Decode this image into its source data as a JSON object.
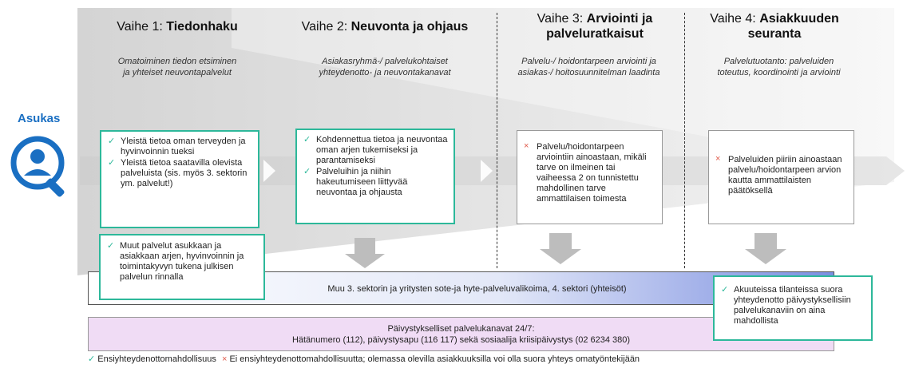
{
  "resident_label": "Asukas",
  "phases": [
    {
      "prefix": "Vaihe 1: ",
      "bold": "Tiedonhaku",
      "bold2": "",
      "subtitle1": "Omatoiminen tiedon etsiminen",
      "subtitle2": "ja yhteiset neuvontapalvelut"
    },
    {
      "prefix": "Vaihe 2: ",
      "bold": "Neuvonta ja ohjaus",
      "bold2": "",
      "subtitle1": "Asiakasryhmä-/ palvelukohtaiset",
      "subtitle2": "yhteydenotto- ja neuvontakanavat"
    },
    {
      "prefix": "Vaihe 3: ",
      "bold": "Arviointi ja",
      "bold2": "palveluratkaisut",
      "subtitle1": "Palvelu-/ hoidontarpeen arviointi ja",
      "subtitle2": "asiakas-/ hoitosuunnitelman laadinta"
    },
    {
      "prefix": "Vaihe 4: ",
      "bold": "Asiakkuuden",
      "bold2": "seuranta",
      "subtitle1": "Palvelutuotanto: palveluiden",
      "subtitle2": "toteutus, koordinointi ja arviointi"
    }
  ],
  "cards": {
    "c1": [
      {
        "mark": "ok",
        "text": "Yleistä tietoa oman terveyden ja hyvinvoinnin tueksi"
      },
      {
        "mark": "ok",
        "text": "Yleistä tietoa saatavilla olevista palveluista (sis. myös 3. sektorin ym. palvelut!)"
      }
    ],
    "c2": [
      {
        "mark": "ok",
        "text": "Kohdennettua tietoa ja neuvontaa oman arjen tukemiseksi ja parantamiseksi"
      },
      {
        "mark": "ok",
        "text": "Palveluihin ja niihin hakeutumiseen liittyvää neuvontaa ja ohjausta"
      }
    ],
    "c3": [
      {
        "mark": "no",
        "text": "Palvelu/hoidontarpeen arviointiin ainoastaan, mikäli tarve on ilmeinen tai vaiheessa 2 on tunnistettu mahdollinen tarve ammattilaisen toimesta"
      }
    ],
    "c4": [
      {
        "mark": "no",
        "text": "Palveluiden piiriin ainoastaan palvelu/hoidontarpeen arvion kautta ammattilaisten päätöksellä"
      }
    ],
    "c5": [
      {
        "mark": "ok",
        "text": "Muut palvelut asukkaan ja asiakkaan arjen, hyvinvoinnin ja toimintakyvyn tukena julkisen palvelun rinnalla"
      }
    ],
    "c6": [
      {
        "mark": "ok",
        "text": "Akuuteissa tilanteissa suora yhteydenotto päivystyksellisiin palvelukanaviin on aina mahdollista"
      }
    ]
  },
  "blue_bar": "Muu 3. sektorin ja yritysten sote-ja hyte-palveluvalikoima, 4. sektori (yhteisöt)",
  "pink_bar": {
    "line1": "Päivystykselliset palvelukanavat 24/7:",
    "line2": "Hätänumero (112), päivystysapu (116 117) sekä sosiaalija kriisipäivystys (02 6234 380)"
  },
  "legend": {
    "ok_mark": "✓",
    "ok_text": "Ensiyhteydenottomahdollisuus",
    "no_mark": "×",
    "no_text": "Ei ensiyhteydenottomahdollisuutta; olemassa olevilla asiakkuuksilla voi olla suora yhteys omatyöntekijään"
  },
  "colors": {
    "accent_green": "#2db89a",
    "red_mark": "#e05a4a",
    "resident_blue": "#1a6fc2"
  }
}
